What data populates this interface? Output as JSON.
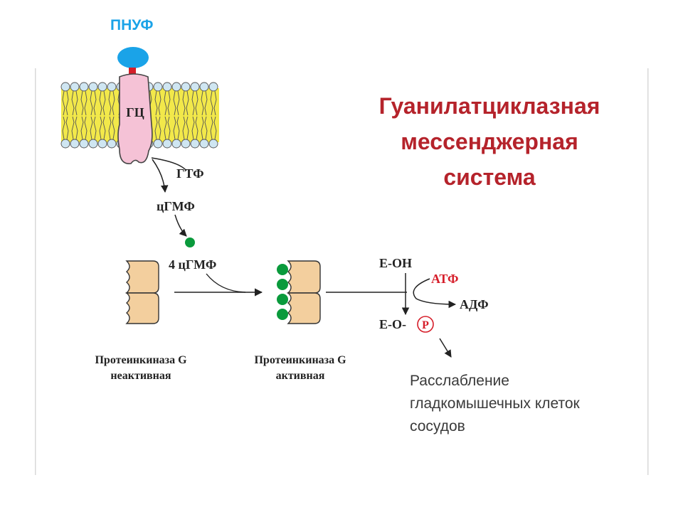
{
  "ligand": {
    "label": "ПНУФ",
    "color": "#1aa3e8"
  },
  "title": {
    "lines": [
      "Гуанилатциклазная",
      "мессенджерная",
      "система"
    ],
    "color": "#b5232b"
  },
  "enzyme": {
    "label": "ГЦ",
    "color": "#f5c2d6"
  },
  "substrate": {
    "gtp": "ГТФ",
    "cgmp": "цГМФ",
    "cgmp4": "4 цГМФ",
    "cgmp_dot_color": "#0a9a3c"
  },
  "kinase_inactive": {
    "line1": "Протеинкиназа G",
    "line2": "неактивная"
  },
  "kinase_active": {
    "line1": "Протеинкиназа G",
    "line2": "активная"
  },
  "phosphorylation": {
    "substrate": "Е-ОН",
    "atp": "АТФ",
    "adp": "АДФ",
    "product_prefix": "Е-О-",
    "phosphate": "Р"
  },
  "effect": {
    "lines": [
      "Расслабление",
      "гладкомышечных клеток",
      "сосудов"
    ]
  },
  "colors": {
    "membrane_tail": "#f2e84a",
    "membrane_head": "#cfe6f2",
    "kinase": "#f3cf9e"
  }
}
